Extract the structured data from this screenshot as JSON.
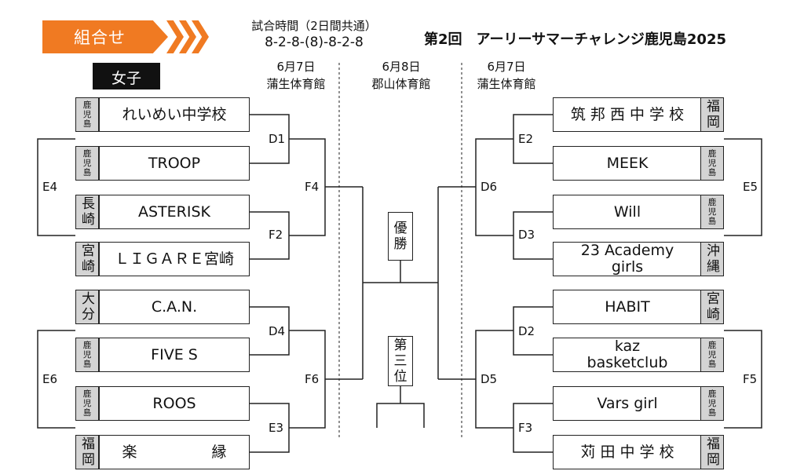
{
  "header": {
    "section_label": "組合せ",
    "category": "女子",
    "time_title": "試合時間（2日間共通）",
    "time_value": "8-2-8-(8)-8-2-8",
    "event_title": "第2回　アーリーサマーチャレンジ鹿児島2025"
  },
  "days": [
    {
      "date": "6月7日",
      "venue": "蒲生体育館"
    },
    {
      "date": "6月8日",
      "venue": "郡山体育館"
    },
    {
      "date": "6月7日",
      "venue": "蒲生体育館"
    }
  ],
  "left_teams": [
    {
      "pref": "鹿児島",
      "name": "れいめい中学校"
    },
    {
      "pref": "鹿児島",
      "name": "TROOP"
    },
    {
      "pref": "長崎",
      "name": "ASTERISK"
    },
    {
      "pref": "宮崎",
      "name": "ＬＩＧＡＲＥ宮崎"
    },
    {
      "pref": "大分",
      "name": "C.A.N."
    },
    {
      "pref": "鹿児島",
      "name": "FIVE S"
    },
    {
      "pref": "鹿児島",
      "name": "ROOS"
    },
    {
      "pref": "福岡",
      "name": "楽　　　　　縁"
    }
  ],
  "right_teams": [
    {
      "pref": "福岡",
      "name": "筑 邦 西 中 学 校"
    },
    {
      "pref": "鹿児島",
      "name": "MEEK"
    },
    {
      "pref": "鹿児島",
      "name": "Will"
    },
    {
      "pref": "沖縄",
      "name": "23 Academy girls"
    },
    {
      "pref": "宮崎",
      "name": "HABIT"
    },
    {
      "pref": "鹿児島",
      "name": "kaz basketclub"
    },
    {
      "pref": "鹿児島",
      "name": "Vars girl"
    },
    {
      "pref": "福岡",
      "name": "苅 田 中 学 校"
    }
  ],
  "match_labels": {
    "D1": "D1",
    "D2": "D2",
    "D3": "D3",
    "D4": "D4",
    "D5": "D5",
    "D6": "D6",
    "E2": "E2",
    "E3": "E3",
    "E4": "E4",
    "E5": "E5",
    "E6": "E6",
    "F2": "F2",
    "F3": "F3",
    "F4": "F4",
    "F5": "F5",
    "F6": "F6"
  },
  "final_label": "優勝",
  "third_label": "第三位"
}
